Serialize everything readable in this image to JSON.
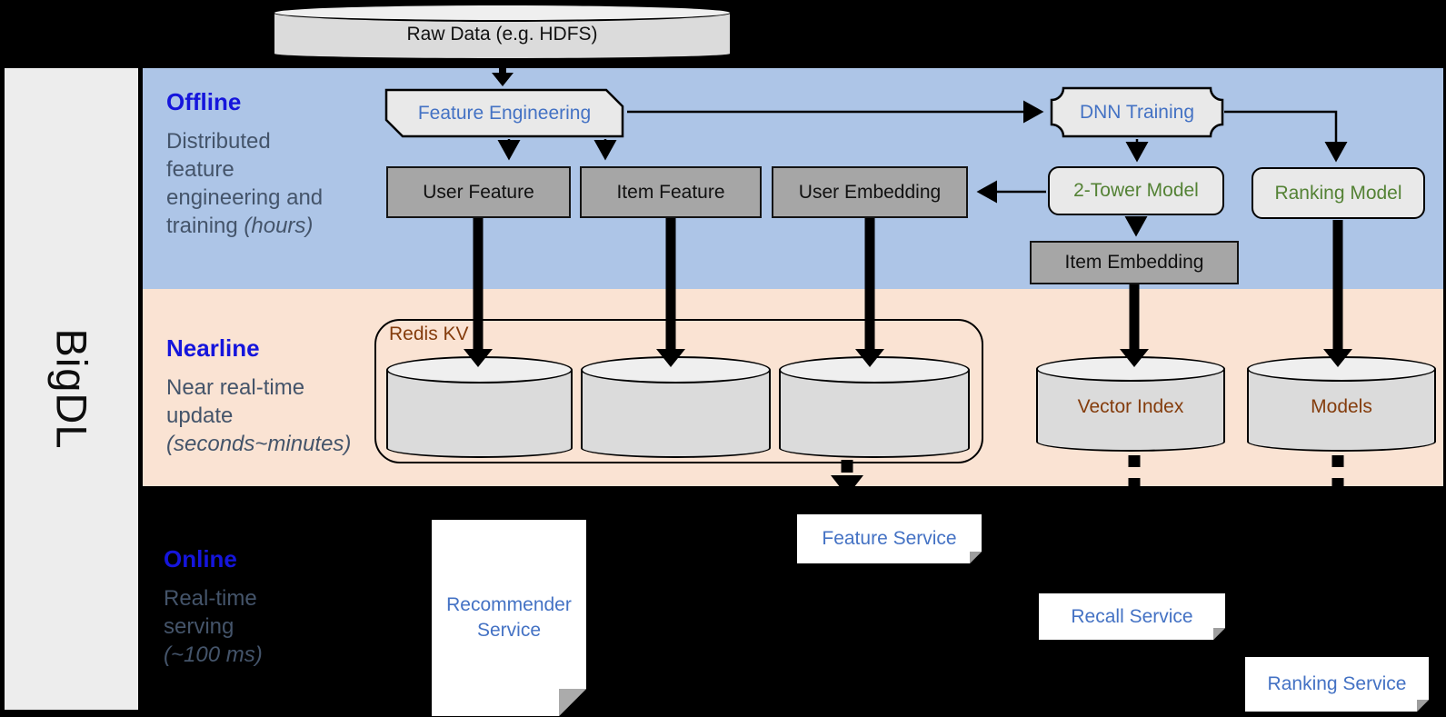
{
  "brand": {
    "label": "BigDL"
  },
  "colors": {
    "canvas_bg": "#000000",
    "offline_band": "#ADC5E7",
    "nearline_band": "#FAE3D3",
    "sidebar_bg": "#EDEDED",
    "section_title_blue": "#1515DC",
    "section_desc_gray": "#44546A",
    "node_blue_text": "#4472C4",
    "node_green_text": "#548235",
    "node_brown_text": "#843C0C",
    "gray_node_fill": "#A6A6A6",
    "light_node_fill": "#E9E9E9",
    "cylinder_fill": "#DBDBDB",
    "service_fill": "#FFFFFF",
    "arrow_color": "#000000"
  },
  "sections": {
    "offline": {
      "title": "Offline",
      "desc_line1": "Distributed",
      "desc_line2": "feature",
      "desc_line3": "engineering and",
      "desc_line4": "training",
      "desc_line4_italic": "(hours)"
    },
    "nearline": {
      "title": "Nearline",
      "desc_line1": "Near real-time",
      "desc_line2": "update",
      "desc_line3_italic": "(seconds~minutes)"
    },
    "online": {
      "title": "Online",
      "desc_line1": "Real-time",
      "desc_line2": "serving",
      "desc_line3_italic": "(~100 ms)"
    }
  },
  "nodes": {
    "raw_data": {
      "label": "Raw Data (e.g. HDFS)"
    },
    "feature_engineering": {
      "label": "Feature Engineering"
    },
    "dnn_training": {
      "label": "DNN Training"
    },
    "user_feature": {
      "label": "User Feature"
    },
    "item_feature": {
      "label": "Item Feature"
    },
    "user_embedding": {
      "label": "User Embedding"
    },
    "two_tower_model": {
      "label": "2-Tower Model"
    },
    "ranking_model": {
      "label": "Ranking Model"
    },
    "item_embedding": {
      "label": "Item Embedding"
    },
    "redis_kv": {
      "label": "Redis KV"
    },
    "vector_index": {
      "label": "Vector Index"
    },
    "models": {
      "label": "Models"
    },
    "recommender_service": {
      "label": "Recommender Service"
    },
    "feature_service": {
      "label": "Feature Service"
    },
    "recall_service": {
      "label": "Recall Service"
    },
    "ranking_service": {
      "label": "Ranking Service"
    }
  }
}
